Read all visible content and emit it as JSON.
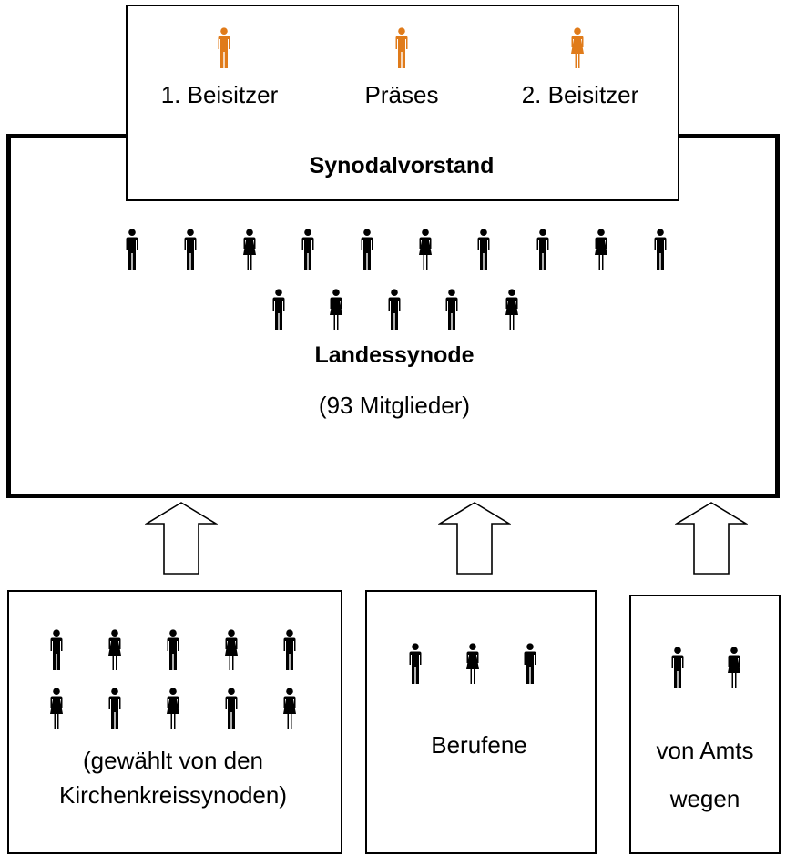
{
  "colors": {
    "officer": "#e07b1a",
    "member": "#000000",
    "frame": "#000000",
    "background": "#ffffff"
  },
  "icons": {
    "male": "person-male-icon",
    "female": "person-female-icon",
    "arrow": "hollow-up-arrow-icon"
  },
  "vorstand": {
    "title": "Synodalvorstand",
    "officers": [
      {
        "label": "1. Beisitzer",
        "gender": "m"
      },
      {
        "label": "Präses",
        "gender": "m"
      },
      {
        "label": "2. Beisitzer",
        "gender": "f"
      }
    ]
  },
  "synode": {
    "title": "Landessynode",
    "subtitle": "(93 Mitglieder)",
    "row1": [
      "m",
      "m",
      "f",
      "m",
      "m",
      "f",
      "m",
      "m",
      "f",
      "m"
    ],
    "row2": [
      "m",
      "f",
      "m",
      "m",
      "f"
    ]
  },
  "sources": {
    "gewaehlt": {
      "label_line1": "(gewählt von den",
      "label_line2": "Kirchenkreissynoden)",
      "row1": [
        "m",
        "f",
        "m",
        "f",
        "m"
      ],
      "row2": [
        "f",
        "m",
        "f",
        "m",
        "f"
      ]
    },
    "berufene": {
      "label": "Berufene",
      "row1": [
        "m",
        "f",
        "m"
      ]
    },
    "amt": {
      "label_line1": "von Amts",
      "label_line2": "wegen",
      "row1": [
        "m",
        "f"
      ]
    }
  }
}
